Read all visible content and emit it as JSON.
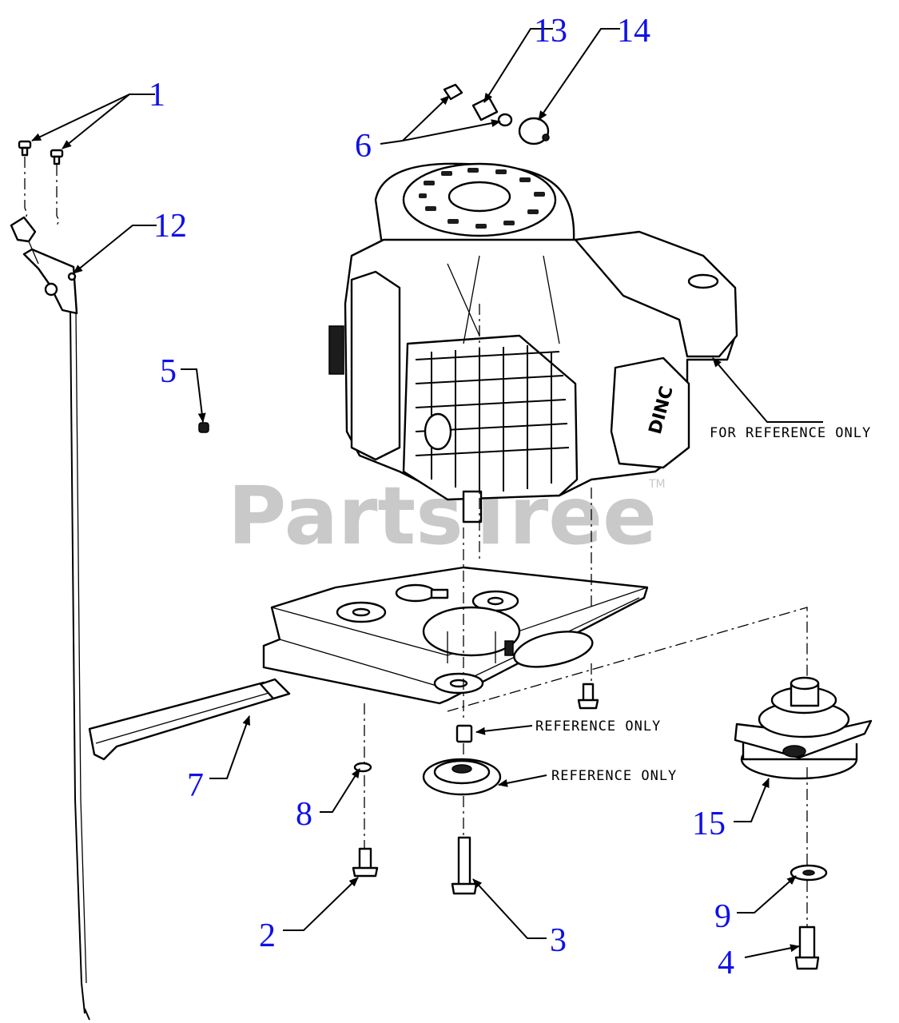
{
  "watermark": {
    "text": "PartsTree",
    "trademark": "TM"
  },
  "callouts": [
    "1",
    "12",
    "5",
    "6",
    "13",
    "14",
    "7",
    "8",
    "2",
    "3",
    "15",
    "9",
    "4"
  ],
  "reference_labels": {
    "engine": "FOR REFERENCE ONLY",
    "spacer": "REFERENCE ONLY",
    "pulley": "REFERENCE ONLY"
  },
  "engine_cover_text": "DINC",
  "colors": {
    "callout": "#1010e6",
    "lines": "#000000",
    "watermark": "#c9c9c9"
  }
}
